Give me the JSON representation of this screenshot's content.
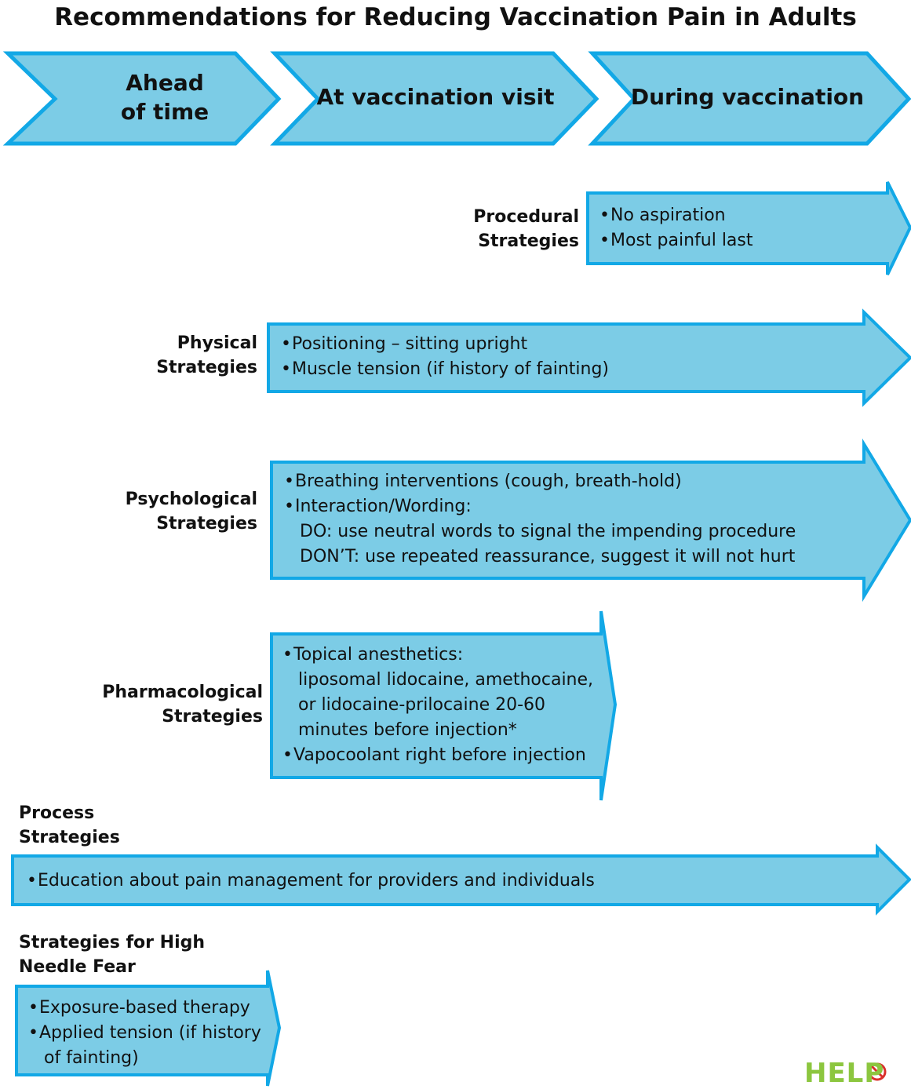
{
  "title": "Recommendations for Reducing Vaccination Pain in Adults",
  "colors": {
    "arrow_fill": "#7ccce6",
    "arrow_stroke": "#12a8e6",
    "logo_green": "#8cc63f",
    "logo_red": "#d9302b"
  },
  "timeline": [
    {
      "lines": [
        "Ahead",
        "of time"
      ]
    },
    {
      "lines": [
        "At vaccination visit"
      ]
    },
    {
      "lines": [
        "During vaccination"
      ]
    }
  ],
  "strategies": {
    "procedural": {
      "label": [
        "Procedural",
        "Strategies"
      ],
      "items": [
        [
          "No aspiration"
        ],
        [
          "Most painful last"
        ]
      ]
    },
    "physical": {
      "label": [
        "Physical",
        "Strategies"
      ],
      "items": [
        [
          "Positioning – sitting upright"
        ],
        [
          "Muscle tension (if history of fainting)"
        ]
      ]
    },
    "psychological": {
      "label": [
        "Psychological",
        "Strategies"
      ],
      "items": [
        [
          "Breathing interventions (cough, breath-hold)"
        ],
        [
          "Interaction/Wording:",
          "DO: use neutral words to signal the impending procedure",
          "DON’T: use repeated reassurance, suggest it will not hurt"
        ]
      ]
    },
    "pharmacological": {
      "label": [
        "Pharmacological",
        "Strategies"
      ],
      "items": [
        [
          "Topical anesthetics:",
          "liposomal lidocaine, amethocaine,",
          "or lidocaine-prilocaine 20-60",
          "minutes before injection*"
        ],
        [
          "Vapocoolant right before injection"
        ]
      ]
    },
    "process": {
      "label": [
        "Process",
        "Strategies"
      ],
      "items": [
        [
          "Education about pain management for providers and individuals"
        ]
      ]
    },
    "needle_fear": {
      "label": [
        "Strategies for High",
        "Needle Fear"
      ],
      "items": [
        [
          "Exposure-based therapy"
        ],
        [
          "Applied tension (if history",
          "of fainting)"
        ]
      ]
    }
  },
  "logo": {
    "text": "HELP",
    "icon": "no-pain-sign-icon"
  }
}
